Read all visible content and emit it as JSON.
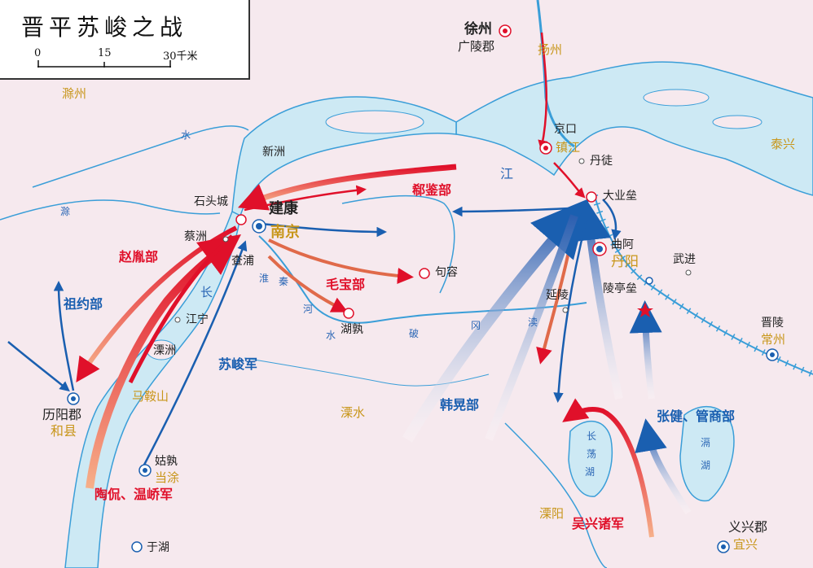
{
  "title": "晋平苏峻之战",
  "scale": {
    "t0": "0",
    "t1": "15",
    "t2": "30千米"
  },
  "cities": {
    "xuzhou": "徐州",
    "guangling": "广陵郡",
    "yangzhou": "扬州",
    "chuzhou": "滁州",
    "jingkou": "京口",
    "zhenjiang": "镇江",
    "dantu": "丹徒",
    "taixing": "泰兴",
    "xinzhou": "新洲",
    "shitoucheng": "石头城",
    "jiankang": "建康",
    "nanjing": "南京",
    "caizhou": "蔡洲",
    "chapu": "查浦",
    "dayelei": "大业垒",
    "jurong": "句容",
    "qua": "曲阿",
    "danyang": "丹阳",
    "wujin": "武进",
    "lingtinglei": "陵亭垒",
    "yanling": "延陵",
    "jinling": "晋陵",
    "changzhou": "常州",
    "husu": "湖孰",
    "jiangning": "江宁",
    "lizhou": "溧洲",
    "liyangjun": "历阳郡",
    "hexian": "和县",
    "maanshan": "马鞍山",
    "lishui": "溧水",
    "gushu": "姑孰",
    "dangtu": "当涂",
    "wuhu": "于湖",
    "liyang": "溧阳",
    "yixingjun": "义兴郡",
    "yixing": "宜兴"
  },
  "armies": {
    "xijian": "郗鉴部",
    "zhaoyin": "赵胤部",
    "maobao": "毛宝部",
    "zuyue": "祖约部",
    "sujun": "苏峻军",
    "hanhuang": "韩晃部",
    "zhangjian": "张健、管商部",
    "taokan": "陶侃、温峤军",
    "wuxing": "吴兴诸军"
  },
  "water": {
    "jiang": "江",
    "shui": "水",
    "chu": "滁",
    "chang": "长",
    "huai": "淮",
    "qin": "秦",
    "he": "河",
    "po": "破",
    "gang": "冈",
    "du": "渎",
    "lake1": "长",
    "lake2": "荡",
    "lake3": "湖",
    "lake4": "滆",
    "lake5": "湖"
  },
  "colors": {
    "land": "#f6e9ee",
    "water": "#cde9f4",
    "river_line": "#3a9ed8",
    "red": "#e0102a",
    "blue": "#1a5fb0",
    "modern": "#c8961a"
  }
}
